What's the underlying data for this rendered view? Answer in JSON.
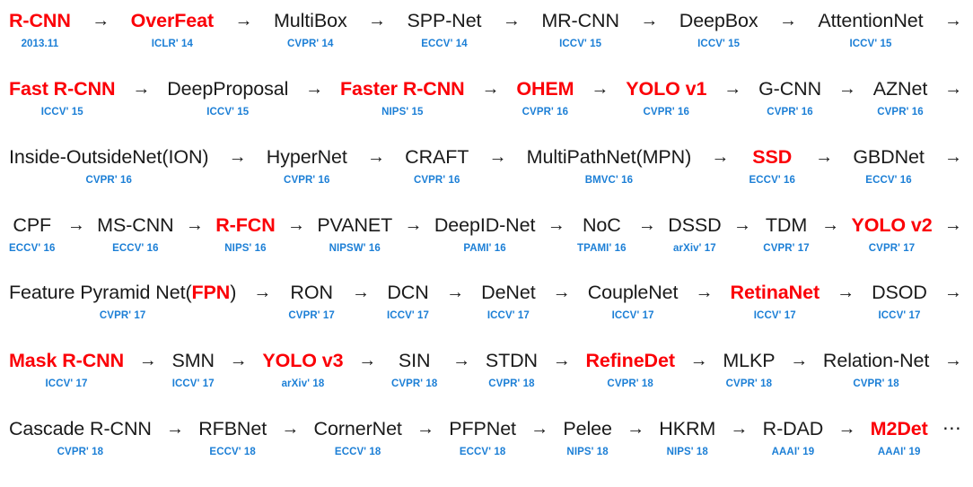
{
  "figure": {
    "title": "Object Detection Milestones Timeline",
    "colors": {
      "highlight": "#fb0007",
      "venue": "#1c7fd6",
      "text": "#1a1a1a",
      "background": "#ffffff"
    },
    "arrow_glyph": "→",
    "ellipsis_glyph": "⋯"
  },
  "rows": [
    {
      "nodes": [
        {
          "name": "R-CNN",
          "venue": "2013.11",
          "highlight": true
        },
        {
          "name": "OverFeat",
          "venue": "ICLR' 14",
          "highlight": true
        },
        {
          "name": "MultiBox",
          "venue": "CVPR' 14",
          "highlight": false
        },
        {
          "name": "SPP-Net",
          "venue": "ECCV' 14",
          "highlight": false
        },
        {
          "name": "MR-CNN",
          "venue": "ICCV' 15",
          "highlight": false
        },
        {
          "name": "DeepBox",
          "venue": "ICCV' 15",
          "highlight": false
        },
        {
          "name": "AttentionNet",
          "venue": "ICCV' 15",
          "highlight": false
        }
      ],
      "trailing": "arrow"
    },
    {
      "nodes": [
        {
          "name": "Fast R-CNN",
          "venue": "ICCV' 15",
          "highlight": true
        },
        {
          "name": "DeepProposal",
          "venue": "ICCV' 15",
          "highlight": false
        },
        {
          "name": "Faster R-CNN",
          "venue": "NIPS' 15",
          "highlight": true
        },
        {
          "name": "OHEM",
          "venue": "CVPR' 16",
          "highlight": true
        },
        {
          "name": "YOLO v1",
          "venue": "CVPR' 16",
          "highlight": true
        },
        {
          "name": "G-CNN",
          "venue": "CVPR' 16",
          "highlight": false
        },
        {
          "name": "AZNet",
          "venue": "CVPR' 16",
          "highlight": false
        }
      ],
      "trailing": "arrow"
    },
    {
      "nodes": [
        {
          "name": "Inside-OutsideNet(ION)",
          "venue": "CVPR' 16",
          "highlight": false
        },
        {
          "name": "HyperNet",
          "venue": "CVPR' 16",
          "highlight": false
        },
        {
          "name": "CRAFT",
          "venue": "CVPR' 16",
          "highlight": false
        },
        {
          "name": "MultiPathNet(MPN)",
          "venue": "BMVC' 16",
          "highlight": false
        },
        {
          "name": "SSD",
          "venue": "ECCV' 16",
          "highlight": true
        },
        {
          "name": "GBDNet",
          "venue": "ECCV' 16",
          "highlight": false
        }
      ],
      "trailing": "arrow"
    },
    {
      "nodes": [
        {
          "name": "CPF",
          "venue": "ECCV' 16",
          "highlight": false
        },
        {
          "name": "MS-CNN",
          "venue": "ECCV' 16",
          "highlight": false
        },
        {
          "name": "R-FCN",
          "venue": "NIPS' 16",
          "highlight": true
        },
        {
          "name": "PVANET",
          "venue": "NIPSW' 16",
          "highlight": false
        },
        {
          "name": "DeepID-Net",
          "venue": "PAMI' 16",
          "highlight": false
        },
        {
          "name": "NoC",
          "venue": "TPAMI' 16",
          "highlight": false
        },
        {
          "name": "DSSD",
          "venue": "arXiv' 17",
          "highlight": false
        },
        {
          "name": "TDM",
          "venue": "CVPR' 17",
          "highlight": false
        },
        {
          "name": "YOLO v2",
          "venue": "CVPR' 17",
          "highlight": true
        }
      ],
      "trailing": "arrow"
    },
    {
      "nodes": [
        {
          "name": "Feature Pyramid Net(FPN)",
          "name_plain": "Feature Pyramid Net(",
          "name_red": "FPN",
          "name_tail": ")",
          "venue": "CVPR' 17",
          "highlight": false,
          "mixed": true
        },
        {
          "name": "RON",
          "venue": "CVPR' 17",
          "highlight": false
        },
        {
          "name": "DCN",
          "venue": "ICCV' 17",
          "highlight": false
        },
        {
          "name": "DeNet",
          "venue": "ICCV' 17",
          "highlight": false
        },
        {
          "name": "CoupleNet",
          "venue": "ICCV' 17",
          "highlight": false
        },
        {
          "name": "RetinaNet",
          "venue": "ICCV' 17",
          "highlight": true
        },
        {
          "name": "DSOD",
          "venue": "ICCV' 17",
          "highlight": false
        }
      ],
      "trailing": "arrow"
    },
    {
      "nodes": [
        {
          "name": "Mask R-CNN",
          "venue": "ICCV' 17",
          "highlight": true
        },
        {
          "name": "SMN",
          "venue": "ICCV' 17",
          "highlight": false
        },
        {
          "name": "YOLO v3",
          "venue": "arXiv' 18",
          "highlight": true
        },
        {
          "name": "SIN",
          "venue": "CVPR' 18",
          "highlight": false
        },
        {
          "name": "STDN",
          "venue": "CVPR' 18",
          "highlight": false
        },
        {
          "name": "RefineDet",
          "venue": "CVPR' 18",
          "highlight": true
        },
        {
          "name": "MLKP",
          "venue": "CVPR' 18",
          "highlight": false
        },
        {
          "name": "Relation-Net",
          "venue": "CVPR' 18",
          "highlight": false
        }
      ],
      "trailing": "arrow"
    },
    {
      "nodes": [
        {
          "name": "Cascade R-CNN",
          "venue": "CVPR' 18",
          "highlight": false
        },
        {
          "name": "RFBNet",
          "venue": "ECCV' 18",
          "highlight": false
        },
        {
          "name": "CornerNet",
          "venue": "ECCV' 18",
          "highlight": false
        },
        {
          "name": "PFPNet",
          "venue": "ECCV' 18",
          "highlight": false
        },
        {
          "name": "Pelee",
          "venue": "NIPS' 18",
          "highlight": false
        },
        {
          "name": "HKRM",
          "venue": "NIPS' 18",
          "highlight": false
        },
        {
          "name": "R-DAD",
          "venue": "AAAI' 19",
          "highlight": false
        },
        {
          "name": "M2Det",
          "venue": "AAAI' 19",
          "highlight": true
        }
      ],
      "trailing": "ellipsis"
    }
  ]
}
